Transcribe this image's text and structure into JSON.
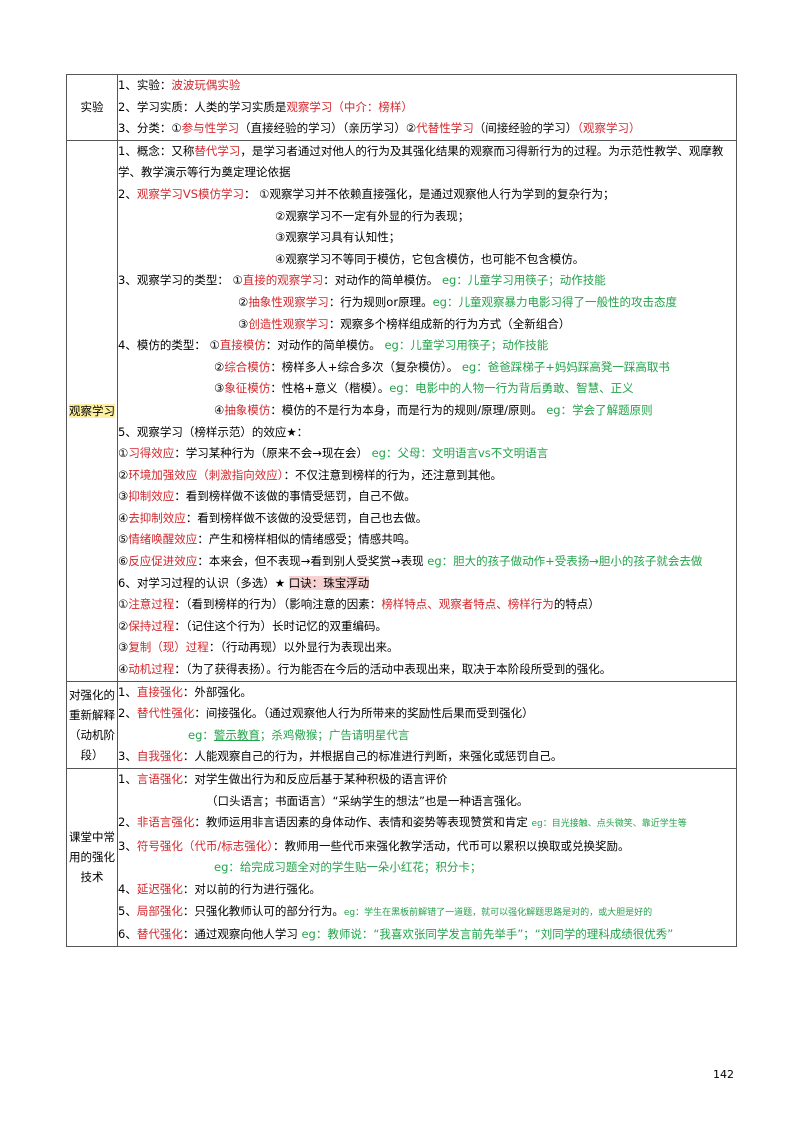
{
  "page_number": "142",
  "colors": {
    "red": "#d3282d",
    "green": "#23a34a",
    "highlight": "#fcefa0",
    "pink": "#f6d2d2"
  },
  "r1": {
    "cat": "实验",
    "l1": {
      "a": "1、实验：",
      "b": "波波玩偶实验"
    },
    "l2": {
      "a": "2、学习实质：人类的学习实质是",
      "b": "观察学习（中介：榜样）"
    },
    "l3": {
      "a": "3、分类：①",
      "b": "参与性学习",
      "c": "（直接经验的学习）（亲历学习）②",
      "d": "代替性学习",
      "e": "（间接经验的学习）",
      "f": "（观察学习）"
    }
  },
  "r2": {
    "cat": "观察学习",
    "l1": {
      "a": "1、概念：又称",
      "b": "替代学习",
      "c": "，是学习者通过对他人的行为及其强化结果的观察而习得新行为的过程。为示范性教学、观摩教学、教学演示等行为奠定理论依据"
    },
    "l2": {
      "a": "2、",
      "b": "观察学习VS模仿学习",
      "c": "：  ①观察学习并不依赖直接强化，是通过观察他人行为学到的复杂行为；"
    },
    "l3": "②观察学习不一定有外显的行为表现；",
    "l4": "③观察学习具有认知性；",
    "l5": "④观察学习不等同于模仿，它包含模仿，也可能不包含模仿。",
    "l6": {
      "a": "3、观察学习的类型：  ①",
      "b": "直接的观察学习",
      "c": "：对动作的简单模仿。  ",
      "d": "eg：儿童学习用筷子；动作技能"
    },
    "l7": {
      "a": "②",
      "b": "抽象性观察学习",
      "c": "：行为规则or原理。",
      "d": "eg：儿童观察暴力电影习得了一般性的攻击态度"
    },
    "l8": {
      "a": "③",
      "b": "创造性观察学习",
      "c": "：观察多个榜样组成新的行为方式（全新组合）"
    },
    "l9": {
      "a": "4、模仿的类型：  ①",
      "b": "直接模仿",
      "c": "：对动作的简单模仿。  ",
      "d": "eg：儿童学习用筷子；动作技能"
    },
    "l10": {
      "a": "②",
      "b": "综合模仿",
      "c": "：榜样多人+综合多次（复杂模仿）。  ",
      "d": "eg：爸爸踩梯子+妈妈踩高凳一踩高取书"
    },
    "l11": {
      "a": "③",
      "b": "象征模仿",
      "c": "：性格+意义（楷模）。",
      "d": "eg：电影中的人物一行为背后勇敢、智慧、正义"
    },
    "l12": {
      "a": "④",
      "b": "抽象模仿",
      "c": "：模仿的不是行为本身，而是行为的规则/原理/原则。  ",
      "d": "eg：学会了解题原则"
    },
    "l13": "5、观察学习（榜样示范）的效应★：",
    "l14": {
      "a": "①",
      "b": "习得效应",
      "c": "：学习某种行为（原来不会→现在会）  ",
      "d": "eg：父母：文明语言vs不文明语言"
    },
    "l15": {
      "a": "②",
      "b": "环境加强效应（刺激指向效应）",
      "c": "：不仅注意到榜样的行为，还注意到其他。"
    },
    "l16": {
      "a": "③",
      "b": "抑制效应",
      "c": "：看到榜样做不该做的事情受惩罚，自己不做。"
    },
    "l17": {
      "a": "④",
      "b": "去抑制效应",
      "c": "：看到榜样做不该做的没受惩罚，自己也去做。"
    },
    "l18": {
      "a": "⑤",
      "b": "情绪唤醒效应",
      "c": "：产生和榜样相似的情绪感受；情感共鸣。"
    },
    "l19": {
      "a": "⑥",
      "b": "反应促进效应",
      "c": "：本来会，但不表现→看到别人受奖赏→表现  ",
      "d": "eg：胆大的孩子做动作+受表扬→胆小的孩子就会去做"
    },
    "l20": {
      "a": "6、对学习过程的认识（多选）★   ",
      "b": "口诀：珠宝浮动"
    },
    "l21": {
      "a": "①",
      "b": "注意过程",
      "c": "：（看到榜样的行为）（影响注意的因素：",
      "d": "榜样特点、观察者特点、榜样行为",
      "e": "的特点）"
    },
    "l22": {
      "a": "②",
      "b": "保持过程",
      "c": "：（记住这个行为）长时记忆的双重编码。"
    },
    "l23": {
      "a": "③",
      "b": "复制（现）过程",
      "c": "：（行动再现）以外显行为表现出来。"
    },
    "l24": {
      "a": "④",
      "b": "动机过程",
      "c": "：（为了获得表扬）。行为能否在今后的活动中表现出来，取决于本阶段所受到的强化。"
    }
  },
  "r3": {
    "cat": [
      "对强化的",
      "重新解释",
      "（动机阶",
      "段）"
    ],
    "l1": {
      "a": "1、",
      "b": "直接强化",
      "c": "：外部强化。"
    },
    "l2": {
      "a": "2、",
      "b": "替代性强化",
      "c": "：间接强化。（通过观察他人行为所带来的奖励性后果而受到强化）"
    },
    "l3": {
      "a": "eg：",
      "b": "警示教育",
      "c": "；杀鸡儆猴；广告请明星代言"
    },
    "l4": {
      "a": "3、",
      "b": "自我强化",
      "c": "：人能观察自己的行为，并根据自己的标准进行判断，来强化或惩罚自己。"
    }
  },
  "r4": {
    "cat": [
      "课堂中常",
      "用的强化",
      "技术"
    ],
    "l1": {
      "a": "1、",
      "b": "言语强化",
      "c": "：对学生做出行为和反应后基于某种积极的语言评价"
    },
    "l2": "（口头语言；书面语言）“采纳学生的想法”也是一种语言强化。",
    "l3": {
      "a": "2、",
      "b": "非语言强化",
      "c": "：教师运用非言语因素的身体动作、表情和姿势等表现赞赏和肯定  ",
      "d": "eg：目光接触、点头微笑、靠近学生等"
    },
    "l4": {
      "a": "3、",
      "b": "符号强化（代币/标志强化）",
      "c": "：教师用一些代币来强化教学活动，代币可以累积以换取或兑换奖励。"
    },
    "l5": "eg：给完成习题全对的学生贴一朵小红花；积分卡；",
    "l6": {
      "a": "4、",
      "b": "延迟强化",
      "c": "：对以前的行为进行强化。"
    },
    "l7": {
      "a": "5、",
      "b": "局部强化",
      "c": "：只强化教师认可的部分行为。",
      "d": "eg：学生在黑板前解错了一道题，就可以强化解题思路是对的，或大胆是好的"
    },
    "l8": {
      "a": "6、",
      "b": "替代强化",
      "c": "：通过观察向他人学习  ",
      "d": "eg：教师说：“我喜欢张同学发言前先举手”；“刘同学的理科成绩很优秀”"
    }
  }
}
